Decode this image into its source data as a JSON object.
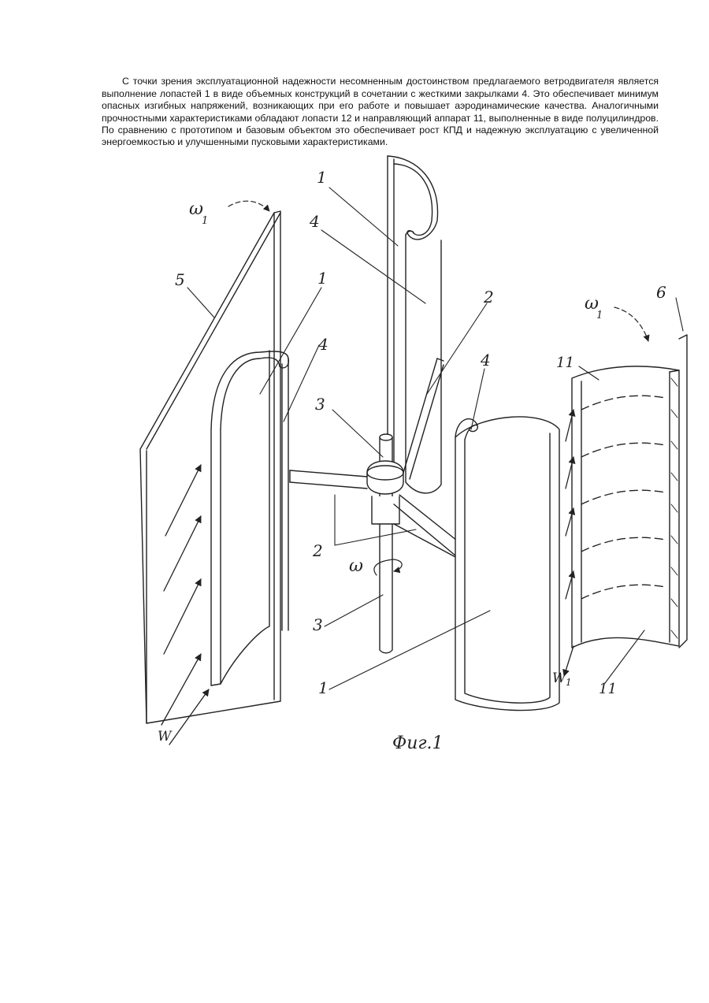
{
  "paragraph": "С точки зрения эксплуатационной надежности несомненным достоинством предлагаемого ветродвигателя является выполнение лопастей 1 в виде объемных конструкций в сочетании с жесткими закрылками 4. Это обеспечивает минимум опасных изгибных напряжений, возникающих при его работе и повышает аэродинамические качества. Аналогичными прочностными характеристиками обладают лопасти 12 и направляющий аппарат 11, выполненные в виде полуцилиндров. По сравнению с прототипом и базовым объектом это обеспечивает рост КПД и надежную эксплуатацию с увеличенной энергоемкостью и улучшенными пусковыми характеристиками.",
  "figure": {
    "caption": "Фиг.1",
    "labels": {
      "omega1_left": "ω",
      "omega1_left_sub": "1",
      "omega1_right": "ω",
      "omega1_right_sub": "1",
      "omega_center": "ω",
      "w_left": "W",
      "w_right": "W",
      "w_right_sub": "1",
      "n1_top": "1",
      "n4_top": "4",
      "n5": "5",
      "n1_left": "1",
      "n4_left": "4",
      "n3_top": "3",
      "n2_right": "2",
      "n4_mid": "4",
      "n2_bottom": "2",
      "n3_bottom": "3",
      "n1_bottom": "1",
      "n6": "6",
      "n11_top": "11",
      "n11_bottom": "11"
    }
  }
}
